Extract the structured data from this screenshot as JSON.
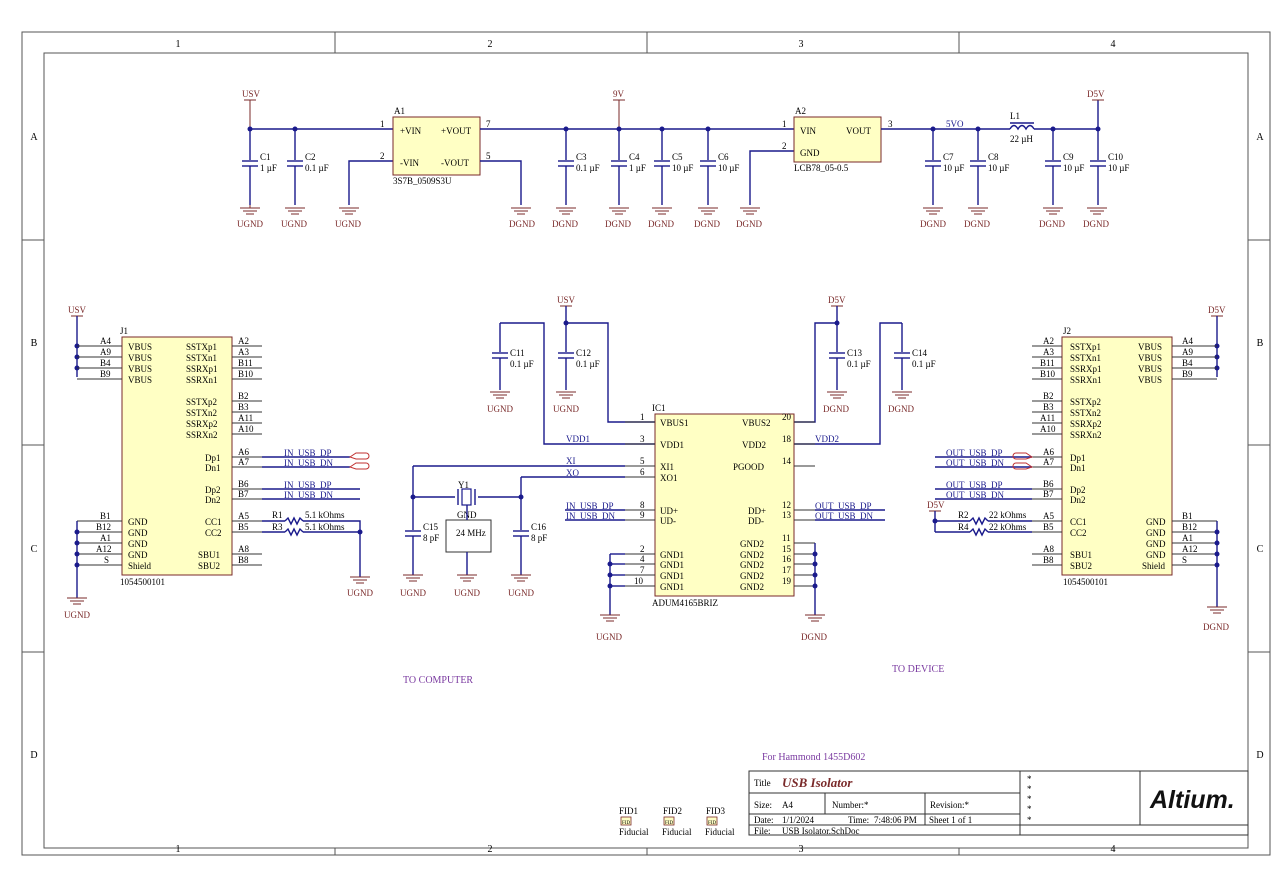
{
  "zones": {
    "columns": [
      "1",
      "2",
      "3",
      "4"
    ],
    "rows": [
      "A",
      "B",
      "C",
      "D"
    ]
  },
  "power_nets": {
    "usv": "USV",
    "nine_v": "9V",
    "dsv": "D5V",
    "ugnd": "UGND",
    "dgnd": "DGND",
    "five_vo": "5VO",
    "gnd": "GND"
  },
  "components": {
    "a1": {
      "designator": "A1",
      "part": "3S7B_0509S3U",
      "pins": [
        "+VIN",
        "+VOUT",
        "-VIN",
        "-VOUT"
      ],
      "pin_numbers": [
        "1",
        "7",
        "2",
        "5"
      ]
    },
    "a2": {
      "designator": "A2",
      "part": "LCB78_05-0.5",
      "pins": [
        "VIN",
        "VOUT",
        "GND"
      ],
      "pin_numbers": [
        "1",
        "3",
        "2"
      ]
    },
    "l1": {
      "designator": "L1",
      "value": "22 µH"
    },
    "caps": [
      {
        "designator": "C1",
        "value": "1 µF"
      },
      {
        "designator": "C2",
        "value": "0.1 µF"
      },
      {
        "designator": "C3",
        "value": "0.1 µF"
      },
      {
        "designator": "C4",
        "value": "1 µF"
      },
      {
        "designator": "C5",
        "value": "10 µF"
      },
      {
        "designator": "C6",
        "value": "10 µF"
      },
      {
        "designator": "C7",
        "value": "10 µF"
      },
      {
        "designator": "C8",
        "value": "10 µF"
      },
      {
        "designator": "C9",
        "value": "10 µF"
      },
      {
        "designator": "C10",
        "value": "10 µF"
      },
      {
        "designator": "C11",
        "value": "0.1 µF"
      },
      {
        "designator": "C12",
        "value": "0.1 µF"
      },
      {
        "designator": "C13",
        "value": "0.1 µF"
      },
      {
        "designator": "C14",
        "value": "0.1 µF"
      },
      {
        "designator": "C15",
        "value": "8 pF"
      },
      {
        "designator": "C16",
        "value": "8 pF"
      }
    ],
    "j1": {
      "designator": "J1",
      "part": "1054500101",
      "left_pins": [
        [
          "A4",
          "VBUS"
        ],
        [
          "A9",
          "VBUS"
        ],
        [
          "B4",
          "VBUS"
        ],
        [
          "B9",
          "VBUS"
        ],
        [
          "B1",
          "GND"
        ],
        [
          "B12",
          "GND"
        ],
        [
          "A1",
          "GND"
        ],
        [
          "A12",
          "GND"
        ],
        [
          "S",
          "Shield"
        ]
      ],
      "right_pins": [
        [
          "SSTXp1",
          "A2"
        ],
        [
          "SSTXn1",
          "A3"
        ],
        [
          "SSRXp1",
          "B11"
        ],
        [
          "SSRXn1",
          "B10"
        ],
        [
          "SSTXp2",
          "B2"
        ],
        [
          "SSTXn2",
          "B3"
        ],
        [
          "SSRXp2",
          "A11"
        ],
        [
          "SSRXn2",
          "A10"
        ],
        [
          "Dp1",
          "A6"
        ],
        [
          "Dn1",
          "A7"
        ],
        [
          "Dp2",
          "B6"
        ],
        [
          "Dn2",
          "B7"
        ],
        [
          "CC1",
          "A5"
        ],
        [
          "CC2",
          "B5"
        ],
        [
          "SBU1",
          "A8"
        ],
        [
          "SBU2",
          "B8"
        ]
      ]
    },
    "j2": {
      "designator": "J2",
      "part": "1054500101",
      "left_pins": [
        [
          "A2",
          "SSTXp1"
        ],
        [
          "A3",
          "SSTXn1"
        ],
        [
          "B11",
          "SSRXp1"
        ],
        [
          "B10",
          "SSRXn1"
        ],
        [
          "B2",
          "SSTXp2"
        ],
        [
          "B3",
          "SSTXn2"
        ],
        [
          "A11",
          "SSRXp2"
        ],
        [
          "A10",
          "SSRXn2"
        ],
        [
          "A6",
          "Dp1"
        ],
        [
          "A7",
          "Dn1"
        ],
        [
          "B6",
          "Dp2"
        ],
        [
          "B7",
          "Dn2"
        ],
        [
          "A5",
          "CC1"
        ],
        [
          "B5",
          "CC2"
        ],
        [
          "A8",
          "SBU1"
        ],
        [
          "B8",
          "SBU2"
        ]
      ],
      "right_pins": [
        [
          "VBUS",
          "A4"
        ],
        [
          "VBUS",
          "A9"
        ],
        [
          "VBUS",
          "B4"
        ],
        [
          "VBUS",
          "B9"
        ],
        [
          "GND",
          "B1"
        ],
        [
          "GND",
          "B12"
        ],
        [
          "GND",
          "A1"
        ],
        [
          "GND",
          "A12"
        ],
        [
          "Shield",
          "S"
        ]
      ]
    },
    "ic1": {
      "designator": "IC1",
      "part": "ADUM4165BRIZ",
      "left_pins": [
        [
          "1",
          "VBUS1"
        ],
        [
          "3",
          "VDD1"
        ],
        [
          "5",
          "XI1"
        ],
        [
          "6",
          "XO1"
        ],
        [
          "8",
          "UD+"
        ],
        [
          "9",
          "UD-"
        ],
        [
          "2",
          "GND1"
        ],
        [
          "4",
          "GND1"
        ],
        [
          "7",
          "GND1"
        ],
        [
          "10",
          "GND1"
        ]
      ],
      "right_pins": [
        [
          "20",
          "VBUS2"
        ],
        [
          "18",
          "VDD2"
        ],
        [
          "14",
          "PGOOD"
        ],
        [
          "12",
          "DD+"
        ],
        [
          "13",
          "DD-"
        ],
        [
          "11",
          "GND2"
        ],
        [
          "15",
          "GND2"
        ],
        [
          "16",
          "GND2"
        ],
        [
          "17",
          "GND2"
        ],
        [
          "19",
          "GND2"
        ]
      ]
    },
    "y1": {
      "designator": "Y1",
      "value": "24 MHz",
      "pin": "GND"
    },
    "r1": {
      "designator": "R1",
      "value": "5.1 kOhms"
    },
    "r3": {
      "designator": "R3",
      "value": "5.1 kOhms"
    },
    "r2": {
      "designator": "R2",
      "value": "22 kOhms"
    },
    "r4": {
      "designator": "R4",
      "value": "22 kOhms"
    }
  },
  "nets": {
    "in_dp": "IN_USB_DP",
    "in_dn": "IN_USB_DN",
    "out_dp": "OUT_USB_DP",
    "out_dn": "OUT_USB_DN",
    "vdd1": "VDD1",
    "vdd2": "VDD2",
    "xi": "XI",
    "xo": "XO"
  },
  "notes": {
    "to_computer": "TO COMPUTER",
    "to_device": "TO DEVICE",
    "enclosure": "For Hammond 1455D602"
  },
  "fiducials": [
    {
      "designator": "FID1",
      "label": "Fiducial",
      "mark": "FID"
    },
    {
      "designator": "FID2",
      "label": "Fiducial",
      "mark": "FID"
    },
    {
      "designator": "FID3",
      "label": "Fiducial",
      "mark": "FID"
    }
  ],
  "title_block": {
    "title_label": "Title",
    "title": "USB Isolator",
    "size_label": "Size:",
    "size": "A4",
    "number_label": "Number:*",
    "revision_label": "Revision:*",
    "date_label": "Date:",
    "date": "1/1/2024",
    "time_label": "Time:",
    "time": "7:48:06 PM",
    "sheet": "Sheet 1   of   1",
    "file_label": "File:",
    "file": "USB Isolator.SchDoc",
    "star": "*",
    "logo": "Altium."
  }
}
